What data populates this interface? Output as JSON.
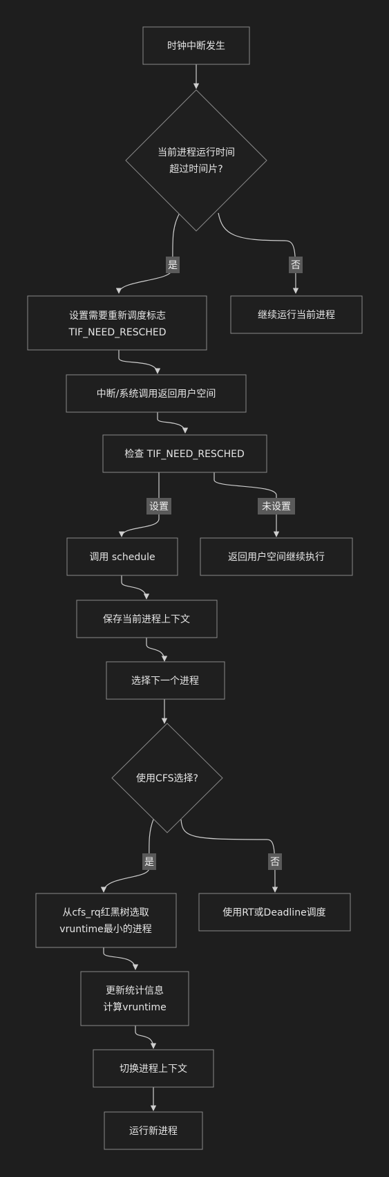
{
  "nodes": {
    "start": "时钟中断发生",
    "check_time": [
      "当前进程运行时间",
      "超过时间片?"
    ],
    "set_flag": [
      "设置需要重新调度标志",
      "TIF_NEED_RESCHED"
    ],
    "continue_current": "继续运行当前进程",
    "return_user": "中断/系统调用返回用户空间",
    "check_flag": "检查 TIF_NEED_RESCHED",
    "call_schedule": "调用 schedule",
    "return_continue": "返回用户空间继续执行",
    "save_context": "保存当前进程上下文",
    "select_next": "选择下一个进程",
    "use_cfs": "使用CFS选择?",
    "pick_rbtree": [
      "从cfs_rq红黑树选取",
      "vruntime最小的进程"
    ],
    "rt_deadline": "使用RT或Deadline调度",
    "update_stats": [
      "更新统计信息",
      "计算vruntime"
    ],
    "switch_context": "切换进程上下文",
    "run_new": "运行新进程"
  },
  "edge_labels": {
    "yes": "是",
    "no": "否",
    "set": "设置",
    "not_set": "未设置"
  },
  "colors": {
    "background": "#1e1e1e",
    "node_fill": "#1f1f1f",
    "node_stroke": "#8a8a8a",
    "edge": "#cfcfcf",
    "label_bg": "#5a5a5a",
    "text": "#e6e6e6"
  }
}
